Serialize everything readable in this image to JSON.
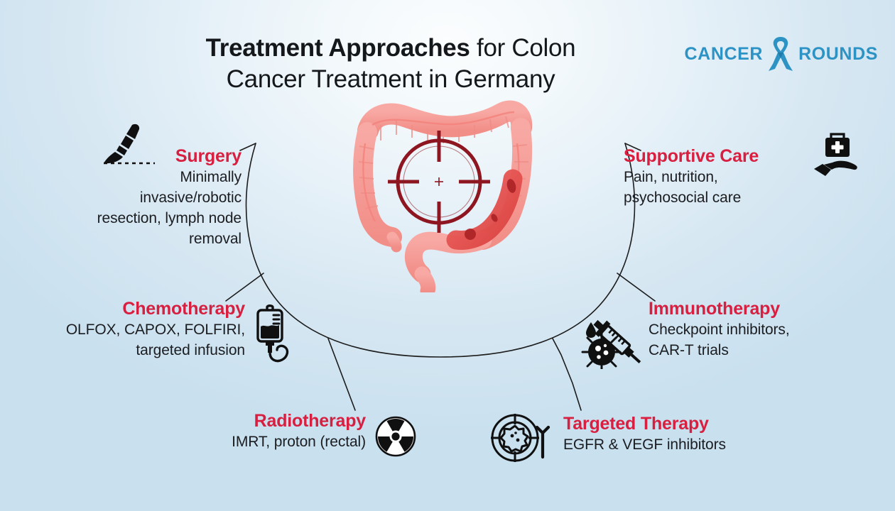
{
  "header": {
    "title_bold": "Treatment Approaches",
    "title_rest": " for Colon",
    "title_line2": "Cancer Treatment in Germany",
    "logo_word1": "CANCER",
    "logo_word2": "ROUNDS",
    "logo_icon": "awareness-ribbon-icon"
  },
  "colors": {
    "accent_red": "#d81f40",
    "logo_blue": "#2d93c4",
    "body_text": "#1b1d20",
    "background_light": "#fbfdfe",
    "background_blue": "#c9e0ef",
    "colon_pink": "#f79b96",
    "tumor_red": "#e8524f",
    "crosshair_red": "#8e1621"
  },
  "center": {
    "illustration": "colon-with-target-crosshair",
    "tumor_label": "descending-colon-tumor"
  },
  "approaches": [
    {
      "id": "surgery",
      "heading": "Surgery",
      "description": "Minimally invasive/robotic resection, lymph node removal",
      "icon": "scalpel-icon",
      "side": "left"
    },
    {
      "id": "chemotherapy",
      "heading": "Chemotherapy",
      "description": "OLFOX, CAPOX, FOLFIRI, targeted infusion",
      "icon": "iv-drip-bag-icon",
      "side": "left"
    },
    {
      "id": "radiotherapy",
      "heading": "Radiotherapy",
      "description": "IMRT, proton (rectal)",
      "icon": "radiation-trefoil-icon",
      "side": "left"
    },
    {
      "id": "targeted-therapy",
      "heading": "Targeted Therapy",
      "description": "EGFR & VEGF inhibitors",
      "icon": "target-cell-antibody-icon",
      "side": "right"
    },
    {
      "id": "immunotherapy",
      "heading": "Immunotherapy",
      "description": "Checkpoint inhibitors, CAR-T trials",
      "icon": "syringe-virus-icon",
      "side": "right"
    },
    {
      "id": "supportive-care",
      "heading": "Supportive Care",
      "description": "Pain, nutrition, psychosocial care",
      "icon": "hand-first-aid-kit-icon",
      "side": "right"
    }
  ],
  "descriptions_split": {
    "surgery": [
      "Minimally",
      "invasive/robotic",
      "resection, lymph node",
      "removal"
    ],
    "chemotherapy": [
      "OLFOX, CAPOX, FOLFIRI,",
      "targeted infusion"
    ],
    "radiotherapy": [
      "IMRT, proton (rectal)"
    ],
    "targeted-therapy": [
      "EGFR & VEGF inhibitors"
    ],
    "immunotherapy": [
      "Checkpoint inhibitors,",
      "CAR-T trials"
    ],
    "supportive-care": [
      "Pain, nutrition,",
      "psychosocial care"
    ]
  }
}
